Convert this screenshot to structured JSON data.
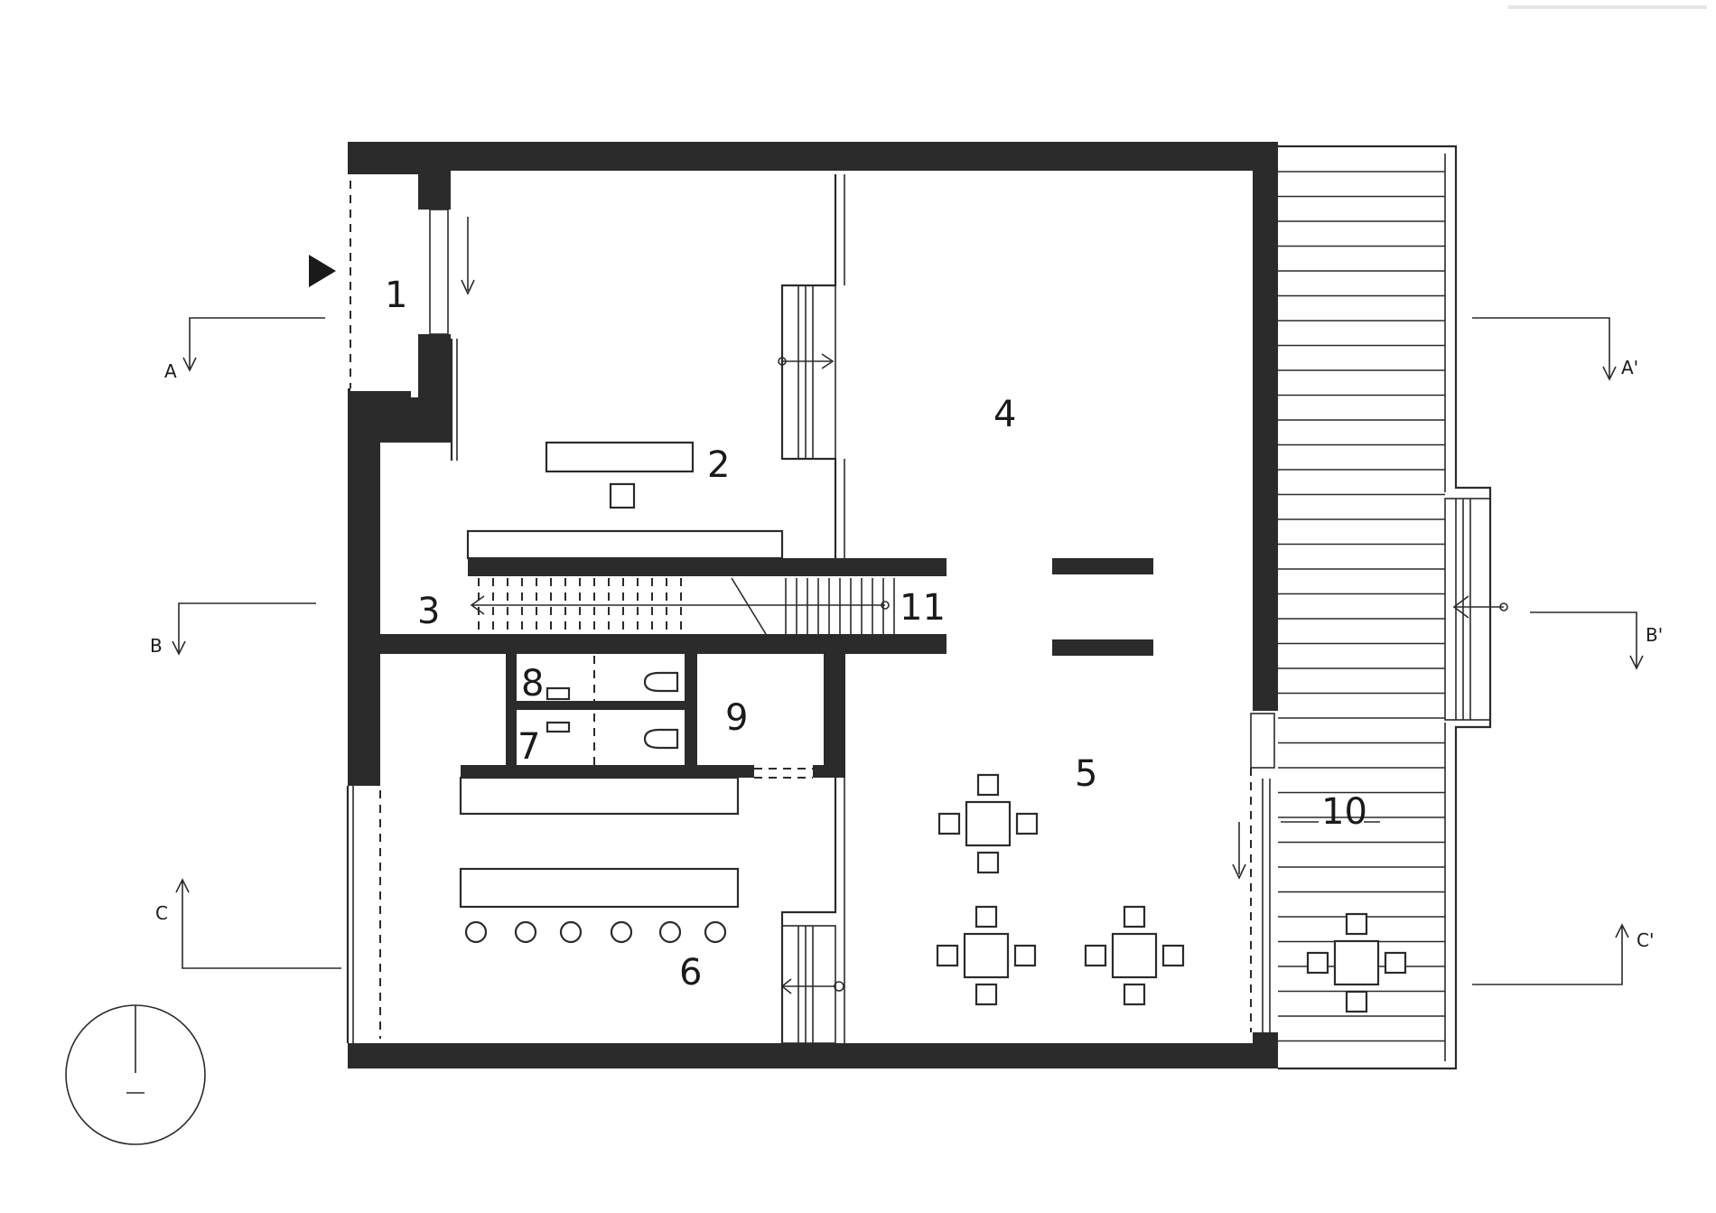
{
  "rooms": [
    {
      "id": "1",
      "label": "1"
    },
    {
      "id": "2",
      "label": "2"
    },
    {
      "id": "3",
      "label": "3"
    },
    {
      "id": "4",
      "label": "4"
    },
    {
      "id": "5",
      "label": "5"
    },
    {
      "id": "6",
      "label": "6"
    },
    {
      "id": "7",
      "label": "7"
    },
    {
      "id": "8",
      "label": "8"
    },
    {
      "id": "9",
      "label": "9"
    },
    {
      "id": "10",
      "label": "10"
    },
    {
      "id": "11",
      "label": "11"
    }
  ],
  "sections": {
    "a": "A",
    "a_prime": "A'",
    "b": "B",
    "b_prime": "B'",
    "c": "C",
    "c_prime": "C'"
  },
  "colors": {
    "ink": "#2b2b2b",
    "paper": "#ffffff"
  },
  "icons": {
    "entrance": "triangle-entrance-icon",
    "north": "north-arrow-icon"
  }
}
